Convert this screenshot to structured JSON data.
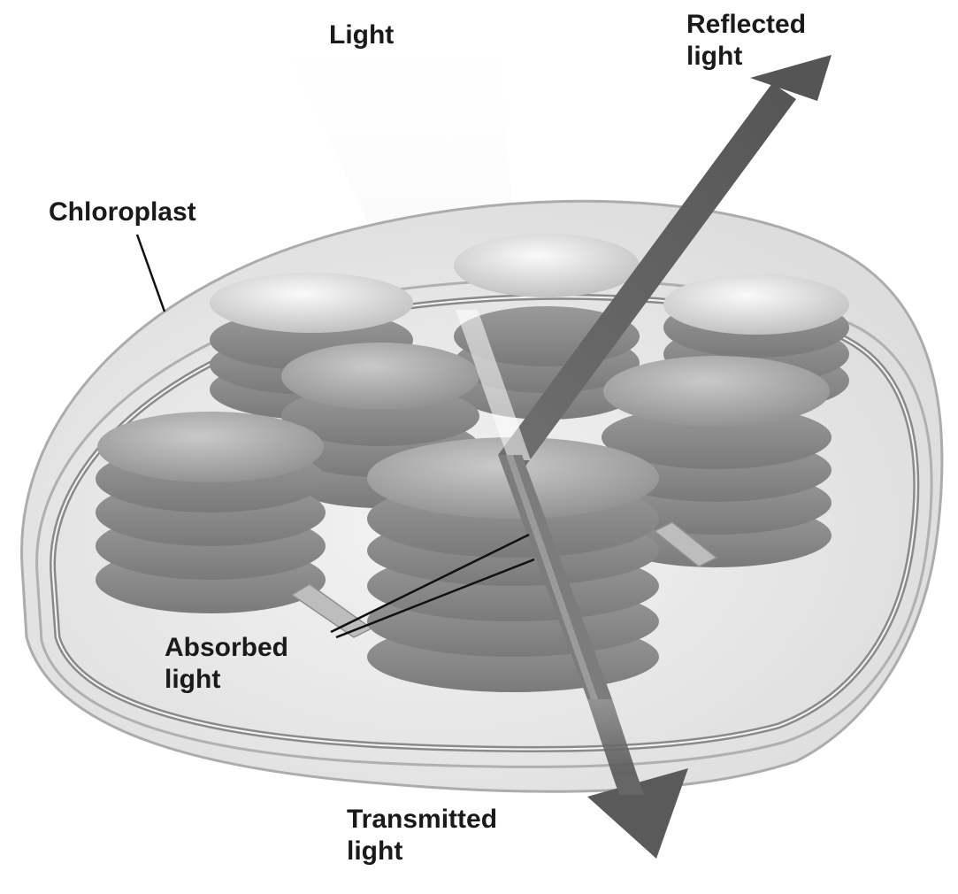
{
  "labels": {
    "light": "Light",
    "reflected": [
      "Reflected",
      "light"
    ],
    "chloroplast": "Chloroplast",
    "absorbed": [
      "Absorbed",
      "light"
    ],
    "transmitted": [
      "Transmitted",
      "light"
    ]
  }
}
